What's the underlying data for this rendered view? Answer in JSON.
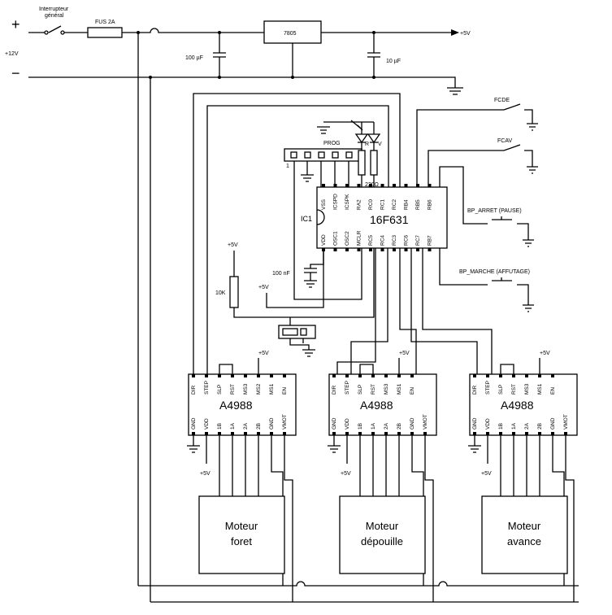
{
  "supply": {
    "plus_sign": "+",
    "minus_sign": "−",
    "voltage_in": "+12V",
    "switch_label_line1": "Interrupteur",
    "switch_label_line2": "général",
    "fuse_label": "FUS  2A",
    "regulator": "7805",
    "out_label": "+5V",
    "cap_in": "100 µF",
    "cap_out": "10 µF"
  },
  "mcu": {
    "ref": "IC1",
    "part": "16F631",
    "top_pins": [
      "VSS",
      "ICSPD",
      "ICSPK",
      "RA2",
      "RC0",
      "RC1",
      "RC2",
      "RB4",
      "RB5",
      "RB6"
    ],
    "bottom_pins": [
      "VDD",
      "OSC1",
      "OSC2",
      "MCLR",
      "RC5",
      "RC4",
      "RC3",
      "RC6",
      "RC7",
      "RB7"
    ],
    "cap_label": "100 nF"
  },
  "prog": {
    "label": "PROG",
    "pin1": "1"
  },
  "leds": {
    "resistor": "220Ω",
    "led_r": "R",
    "led_v": "V"
  },
  "reset": {
    "vcc": "+5V",
    "resistor": "10K"
  },
  "jumper": {
    "vcc": "+5V"
  },
  "switches": {
    "fcde": "FCDE",
    "fcav": "FCAV",
    "bp_arret": "BP_ARRET (PAUSE)",
    "bp_marche": "BP_MARCHE (AFFUTAGE)"
  },
  "drivers": [
    {
      "name": "A4988",
      "vcc_top": "+5V",
      "vcc_bottom": "+5V",
      "top_pins": [
        "DIR",
        "STEP",
        "SLP",
        "RST",
        "MS3",
        "MS2",
        "MS1",
        "EN"
      ],
      "bottom_pins": [
        "GND",
        "VDD",
        "1B",
        "1A",
        "2A",
        "2B",
        "GND",
        "VMOT"
      ]
    },
    {
      "name": "A4988",
      "vcc_top": "+5V",
      "vcc_bottom": "+5V",
      "top_pins": [
        "DIR",
        "STEP",
        "SLP",
        "RST",
        "MS3",
        "MS1",
        "EN"
      ],
      "bottom_pins": [
        "GND",
        "VDD",
        "1B",
        "1A",
        "2A",
        "2B",
        "GND",
        "VMOT"
      ]
    },
    {
      "name": "A4988",
      "vcc_top": "+5V",
      "vcc_bottom": "+5V",
      "top_pins": [
        "DIR",
        "STEP",
        "SLP",
        "RST",
        "MS3",
        "MS1",
        "EN"
      ],
      "bottom_pins": [
        "GND",
        "VDD",
        "1B",
        "1A",
        "2A",
        "2B",
        "GND",
        "VMOT"
      ]
    }
  ],
  "motors": [
    {
      "line1": "Moteur",
      "line2": "foret"
    },
    {
      "line1": "Moteur",
      "line2": "dépouille"
    },
    {
      "line1": "Moteur",
      "line2": "avance"
    }
  ]
}
